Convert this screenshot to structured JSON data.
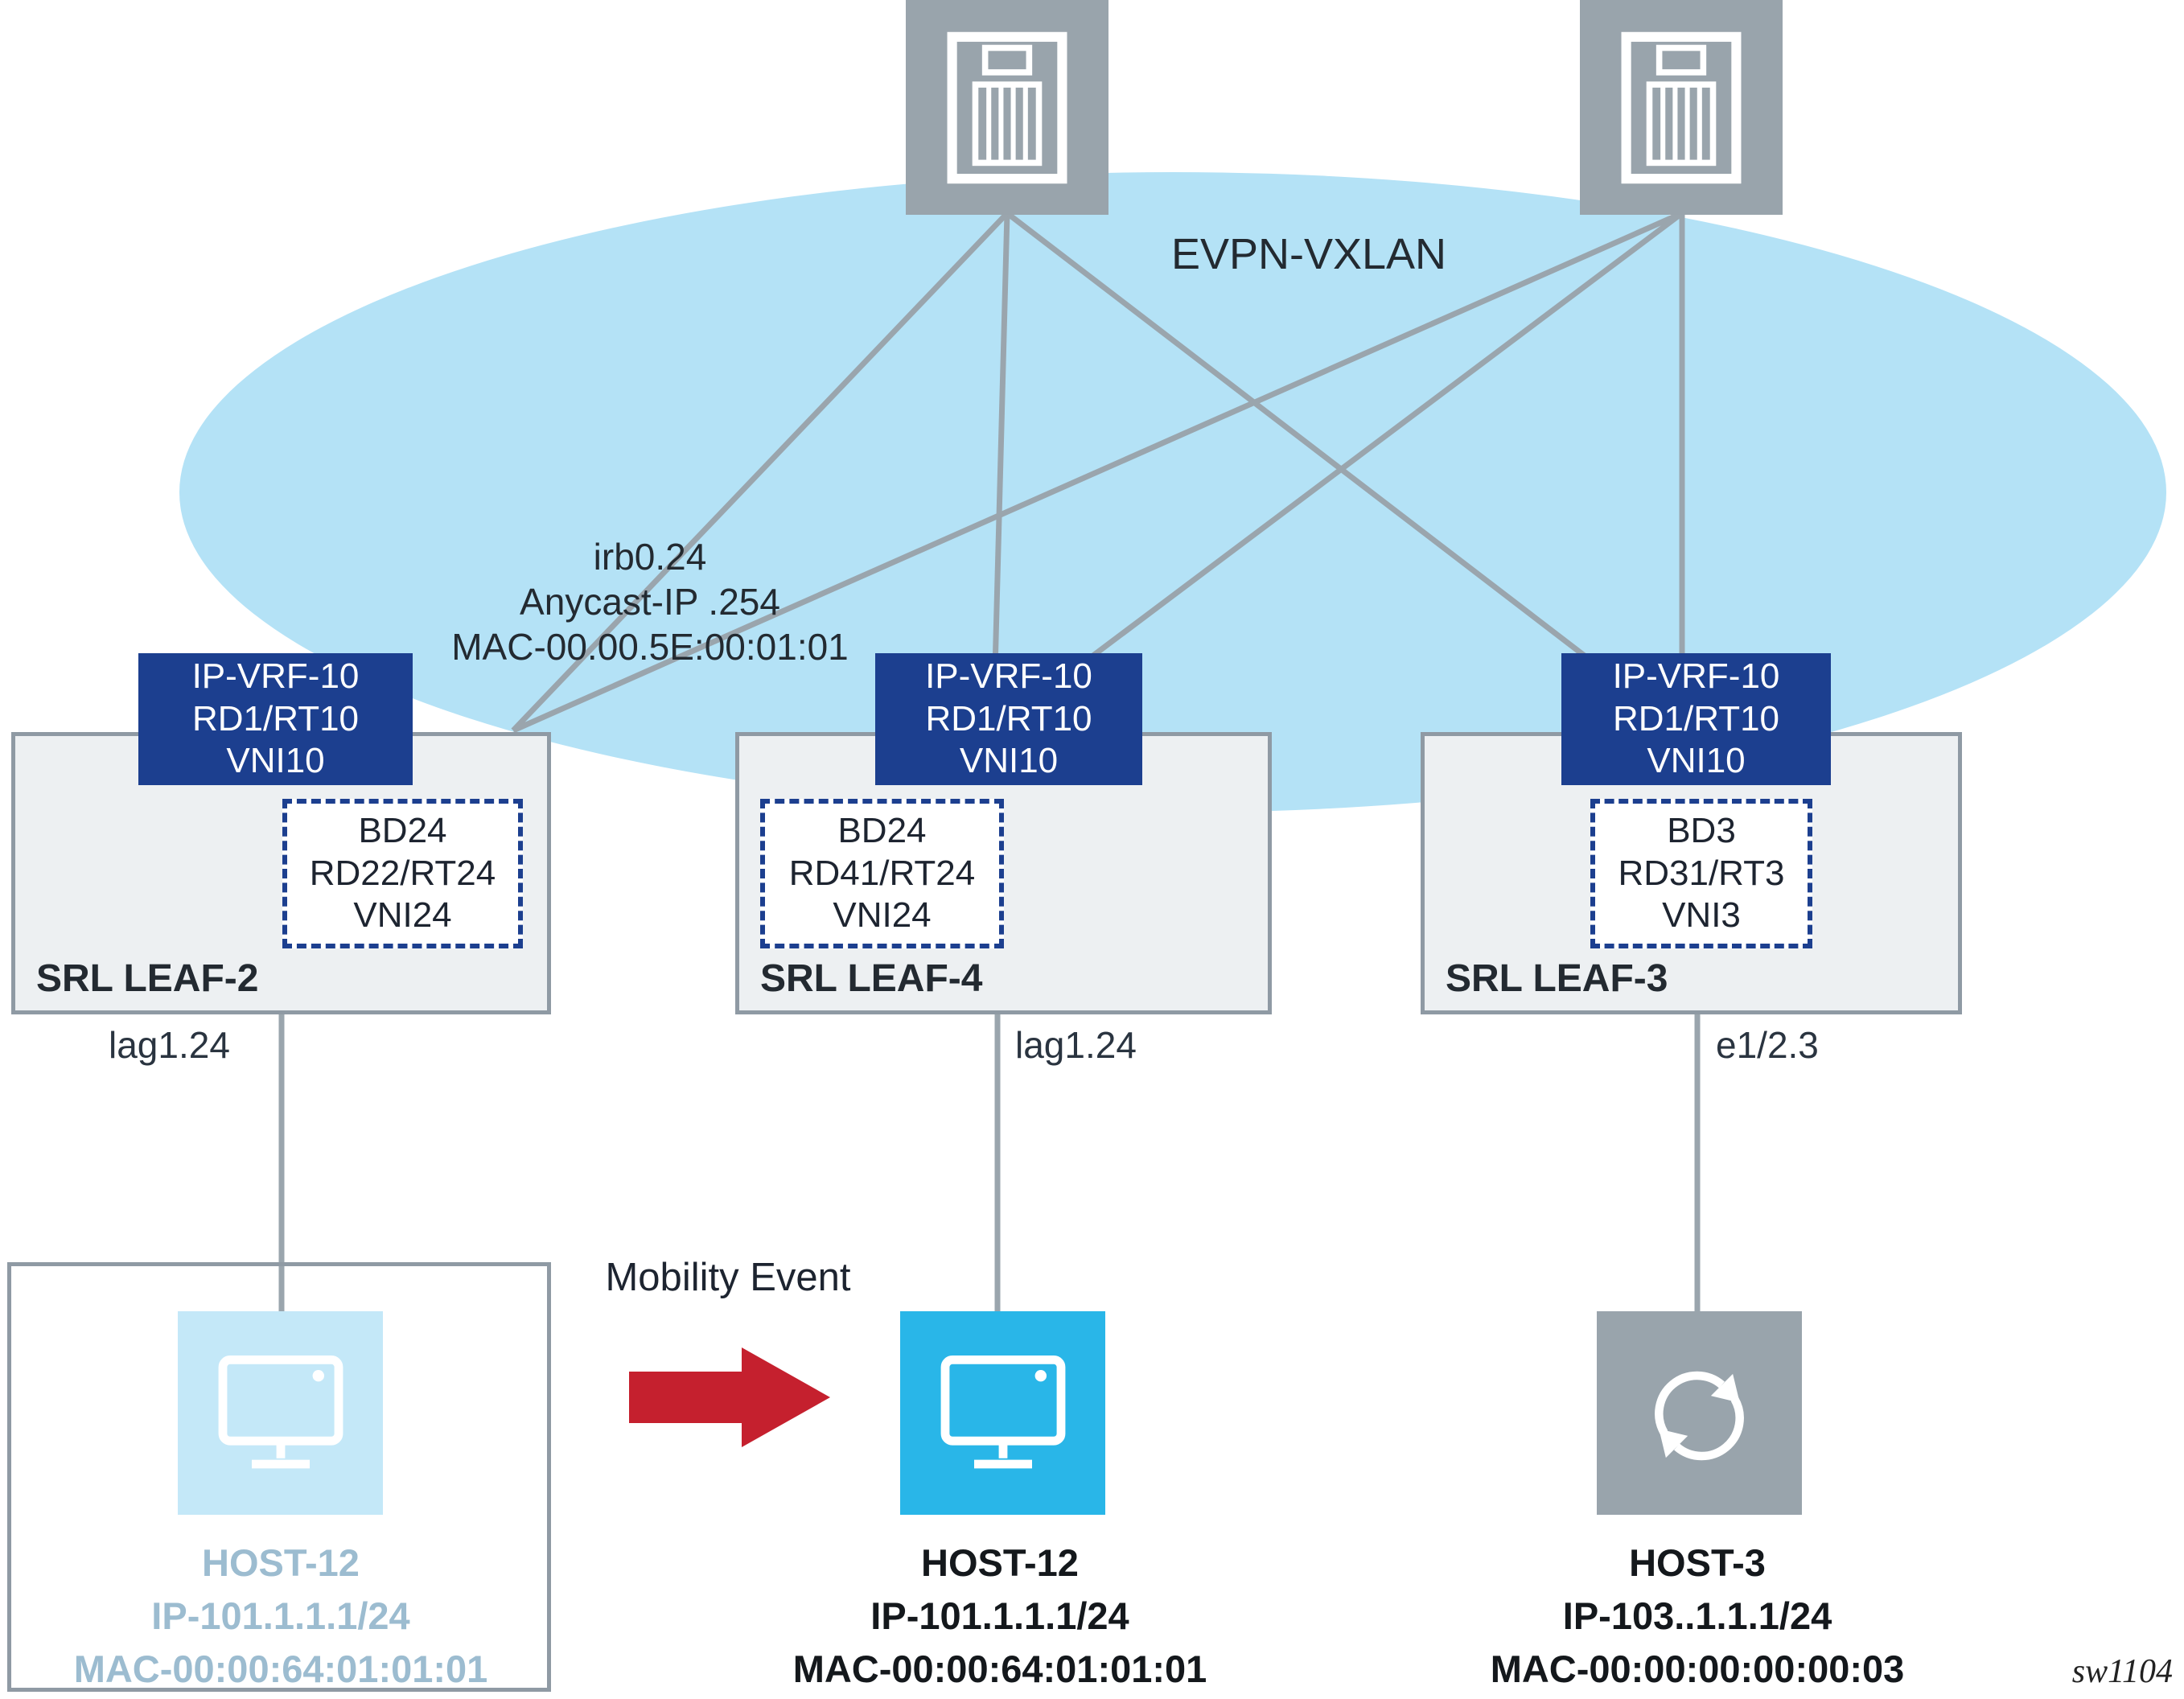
{
  "fabric": {
    "label": "EVPN-VXLAN"
  },
  "irb": {
    "line1": "irb0.24",
    "line2": "Anycast-IP .254",
    "line3": "MAC-00.00.5E:00:01:01"
  },
  "mobility": {
    "label": "Mobility Event"
  },
  "leaves": [
    {
      "name": "SRL LEAF-2",
      "vrf": [
        "IP-VRF-10",
        "RD1/RT10",
        "VNI10"
      ],
      "bd": [
        "BD24",
        "RD22/RT24",
        "VNI24"
      ],
      "port": "lag1.24"
    },
    {
      "name": "SRL LEAF-4",
      "vrf": [
        "IP-VRF-10",
        "RD1/RT10",
        "VNI10"
      ],
      "bd": [
        "BD24",
        "RD41/RT24",
        "VNI24"
      ],
      "port": "lag1.24"
    },
    {
      "name": "SRL LEAF-3",
      "vrf": [
        "IP-VRF-10",
        "RD1/RT10",
        "VNI10"
      ],
      "bd": [
        "BD3",
        "RD31/RT3",
        "VNI3"
      ],
      "port": "e1/2.3"
    }
  ],
  "hosts": [
    {
      "name": "HOST-12",
      "ip": "IP-101.1.1.1/24",
      "mac": "MAC-00:00:64:01:01:01",
      "state": "faded"
    },
    {
      "name": "HOST-12",
      "ip": "IP-101.1.1.1/24",
      "mac": "MAC-00:00:64:01:01:01",
      "state": "active"
    },
    {
      "name": "HOST-3",
      "ip": "IP-103..1.1.1/24",
      "mac": "MAC-00:00:00:00:00:03",
      "state": "gray"
    }
  ],
  "icons": {
    "spine": "switch-chassis-icon",
    "host12": "monitor-icon",
    "host3": "sync-arrows-icon",
    "mobility": "block-arrow-right-icon"
  },
  "watermark": "sw1104",
  "colors": {
    "spine_gray": "#99a4ac",
    "fabric_blue": "#b4e2f6",
    "vrf_navy": "#1c3f8f",
    "leaf_fill": "#edf0f2",
    "leaf_border": "#8f9aa4",
    "host_cyan": "#29b6e8",
    "host_faded": "#c4e8f8",
    "faded_text": "#9cbcd0",
    "arrow_red": "#c5202e",
    "line_gray": "#9aa5ad"
  }
}
